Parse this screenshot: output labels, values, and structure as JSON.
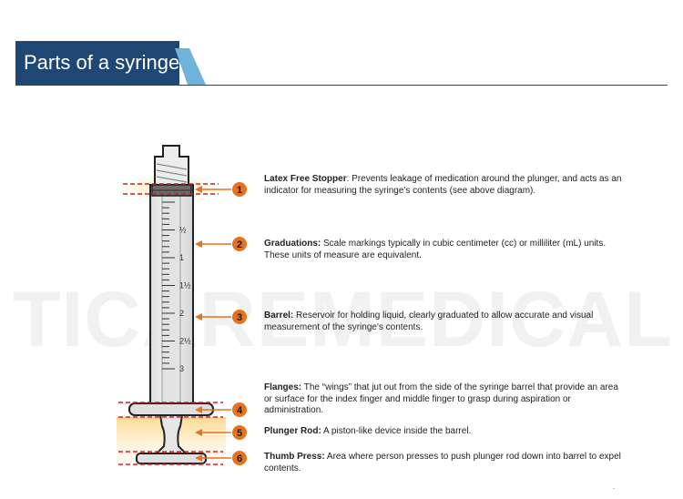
{
  "title": "Parts of a syringe",
  "watermark": "TICAREMEDICAL",
  "colors": {
    "title_bg": "#1e4773",
    "title_accent": "#6fb3da",
    "callout": "#e5731d",
    "guide_red": "#d0202a"
  },
  "graduations": [
    "½",
    "1",
    "1½",
    "2",
    "2½",
    "3"
  ],
  "callouts": [
    {
      "number": "1",
      "term": "Latex Free Stopper",
      "sep": ": ",
      "description": "Prevents leakage of medication around the plunger, and acts as an indicator for measuring the syringe's contents (see above diagram)."
    },
    {
      "number": "2",
      "term": "Graduations:",
      "sep": " ",
      "description": "Scale markings typically in cubic centimeter (cc) or milliliter (mL) units. These units of measure are equivalent."
    },
    {
      "number": "3",
      "term": "Barrel:",
      "sep": " ",
      "description": "Reservoir for holding liquid, clearly graduated to allow accurate and visual measurement of the syringe's contents."
    },
    {
      "number": "4",
      "term": "Flanges:",
      "sep": " ",
      "description": "The “wings” that jut out from the side of the syringe barrel that provide an area or surface for the index finger and middle finger to grasp during aspiration or administration."
    },
    {
      "number": "5",
      "term": "Plunger Rod:",
      "sep": " ",
      "description": "A piston-like device inside the barrel."
    },
    {
      "number": "6",
      "term": "Thumb Press:",
      "sep": " ",
      "description": "Area where person presses to push plunger rod down into barrel to expel contents."
    }
  ],
  "corner_mark": "."
}
